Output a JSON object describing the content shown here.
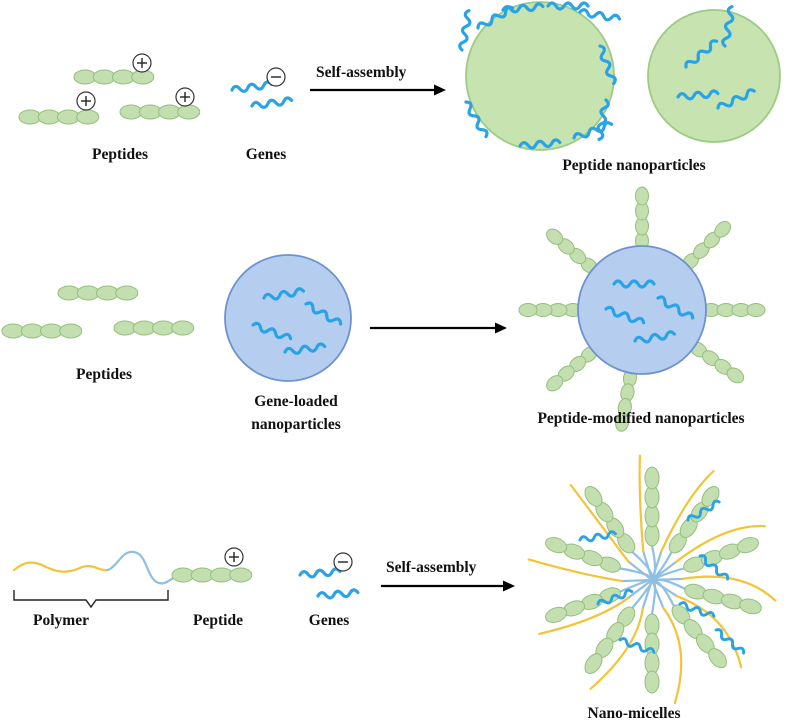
{
  "palette": {
    "peptide_fill": "#c3dfb0",
    "peptide_stroke": "#93bf7c",
    "gene": "#2aa3e6",
    "green_particle_fill": "#c7e3b0",
    "green_particle_stroke": "#9ccb85",
    "blue_particle_fill": "#b5cdef",
    "blue_particle_stroke": "#6e92cf",
    "polymer_hydrophobic": "#f2c43a",
    "polymer_hydrophilic": "#8fbfe3"
  },
  "panel_top": {
    "peptides_label": "Peptides",
    "genes_label": "Genes",
    "arrow_label": "Self-assembly",
    "result_label": "Peptide nanoparticles",
    "positive_charge": "positive",
    "negative_charge": "negative"
  },
  "panel_middle": {
    "peptides_label": "Peptides",
    "loaded_label_line1": "Gene-loaded",
    "loaded_label_line2": "nanoparticles",
    "result_label": "Peptide-modified nanoparticles"
  },
  "panel_bottom": {
    "polymer_label": "Polymer",
    "peptide_label": "Peptide",
    "genes_label": "Genes",
    "arrow_label": "Self-assembly",
    "result_label": "Nano-micelles"
  },
  "icons": [
    "peptide-chain-icon",
    "gene-strand-icon",
    "positive-charge-icon",
    "negative-charge-icon",
    "arrow-icon",
    "polymer-chain-icon",
    "brace-icon"
  ]
}
